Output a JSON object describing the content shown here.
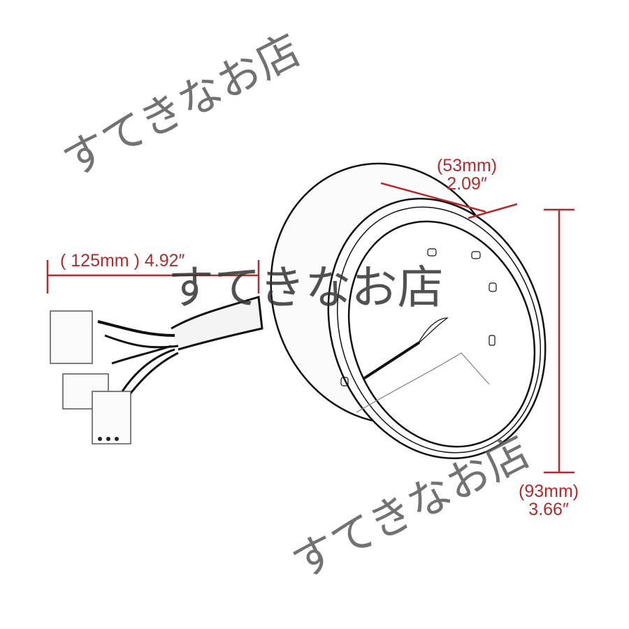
{
  "diagram": {
    "subject": "round gauge speedometer with wiring harness",
    "colors": {
      "dimension": "#b42a2a",
      "outline": "#111111",
      "watermark": "#5a5a5a",
      "background": "#ffffff"
    },
    "dimensions": {
      "depth": {
        "mm": "(53mm)",
        "inch": "2.09″"
      },
      "cable_length": {
        "label": "( 125mm ) 4.92″"
      },
      "diameter": {
        "mm": "(93mm)",
        "inch": "3.66″"
      }
    }
  },
  "watermarks": [
    {
      "text": "すてきなお店",
      "position": "top-left diagonal"
    },
    {
      "text": "すてきなお店",
      "position": "center horizontal"
    },
    {
      "text": "すてきなお店",
      "position": "bottom-right diagonal"
    }
  ]
}
